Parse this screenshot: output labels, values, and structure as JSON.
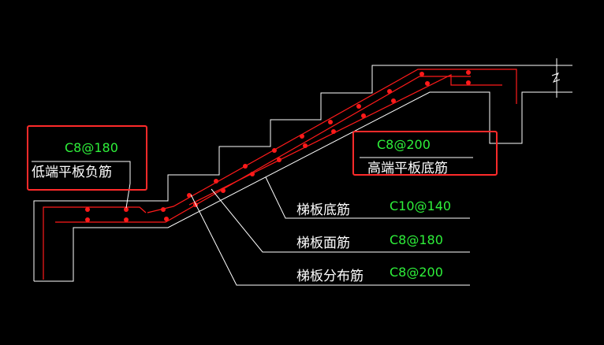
{
  "colors": {
    "background": "#000000",
    "outline": "#ffffff",
    "rebar": "#ff1a1a",
    "highlight_box": "#ff2a2a",
    "spec_text": "#2ef03a",
    "label_text": "#ffffff"
  },
  "callouts": {
    "low_slab": {
      "spec": "C8@180",
      "name": "低端平板负筋"
    },
    "high_slab": {
      "spec": "C8@200",
      "name": "高端平板底筋"
    }
  },
  "legend": [
    {
      "name": "梯板底筋",
      "spec": "C10@140"
    },
    {
      "name": "梯板面筋",
      "spec": "C8@180"
    },
    {
      "name": "梯板分布筋",
      "spec": "C8@200"
    }
  ],
  "icons": {
    "break_symbol": "break-line-icon"
  }
}
